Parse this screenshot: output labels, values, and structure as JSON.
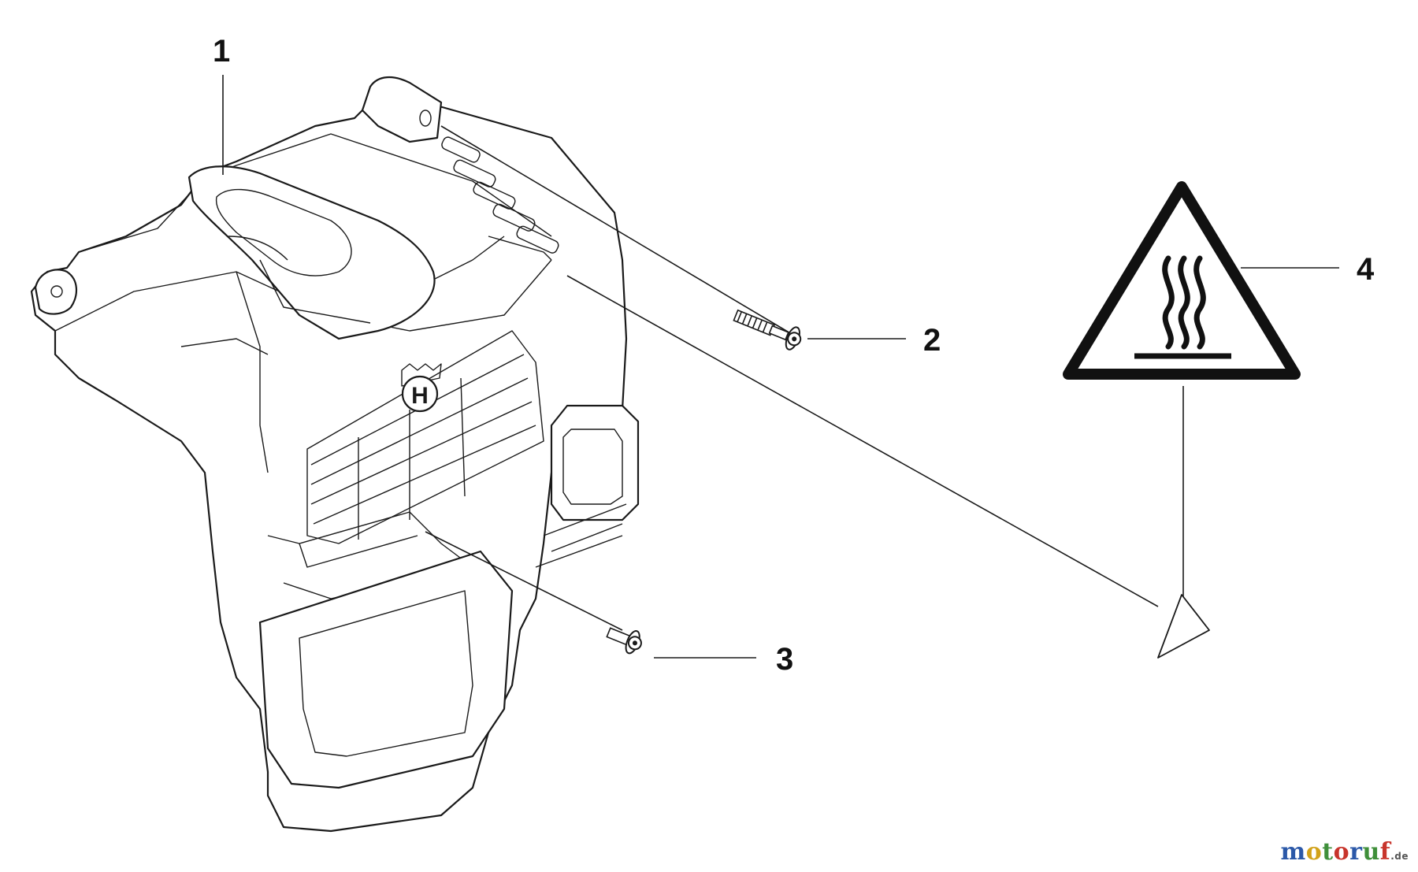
{
  "callouts": [
    {
      "id": "1",
      "label": "1",
      "part": "engine-cover"
    },
    {
      "id": "2",
      "label": "2",
      "part": "long-screw"
    },
    {
      "id": "3",
      "label": "3",
      "part": "short-screw"
    },
    {
      "id": "4",
      "label": "4",
      "part": "hot-surface-warning-decal"
    }
  ],
  "logo": {
    "letter": "H"
  },
  "watermark": {
    "name": "motoruf",
    "domain": ".de",
    "colors": [
      "#2b58a8",
      "#d2a21a",
      "#3f8f3a",
      "#c8352c"
    ]
  },
  "colors": {
    "line": "#1a1a1a",
    "background": "#ffffff"
  }
}
